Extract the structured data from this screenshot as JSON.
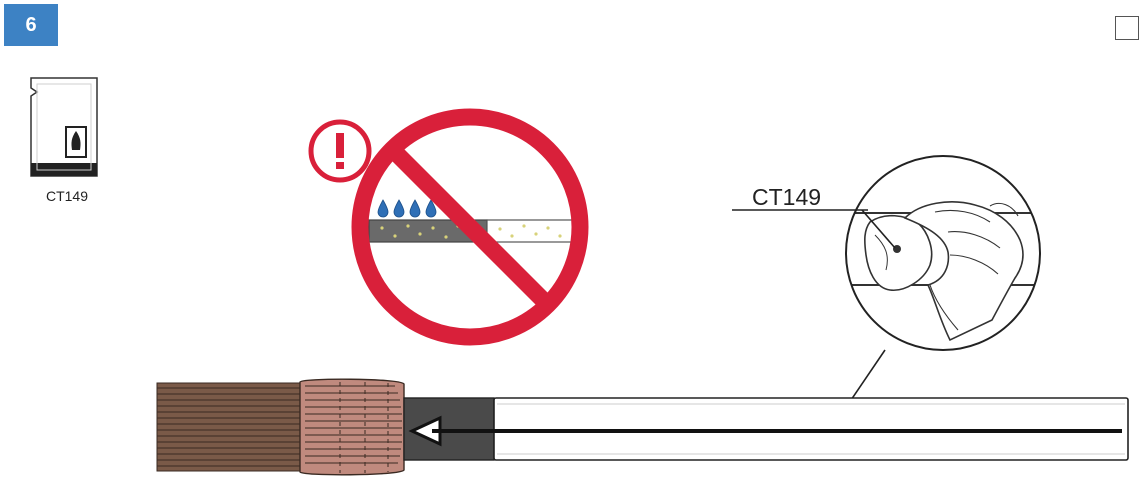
{
  "step": {
    "number": "6"
  },
  "product": {
    "label": "CT149",
    "icon": "wipe-pack-icon"
  },
  "callout": {
    "label": "CT149"
  },
  "warning": {
    "icon": "exclamation-circle-icon",
    "symbol": "!",
    "prohibition": "no-water-prohibition-icon"
  },
  "colors": {
    "accent": "#3d82c4",
    "warning_red": "#d9203a",
    "cable_copper": "#b5786c",
    "cable_jacket": "#4a4a4a",
    "water": "#2f6fb6"
  }
}
